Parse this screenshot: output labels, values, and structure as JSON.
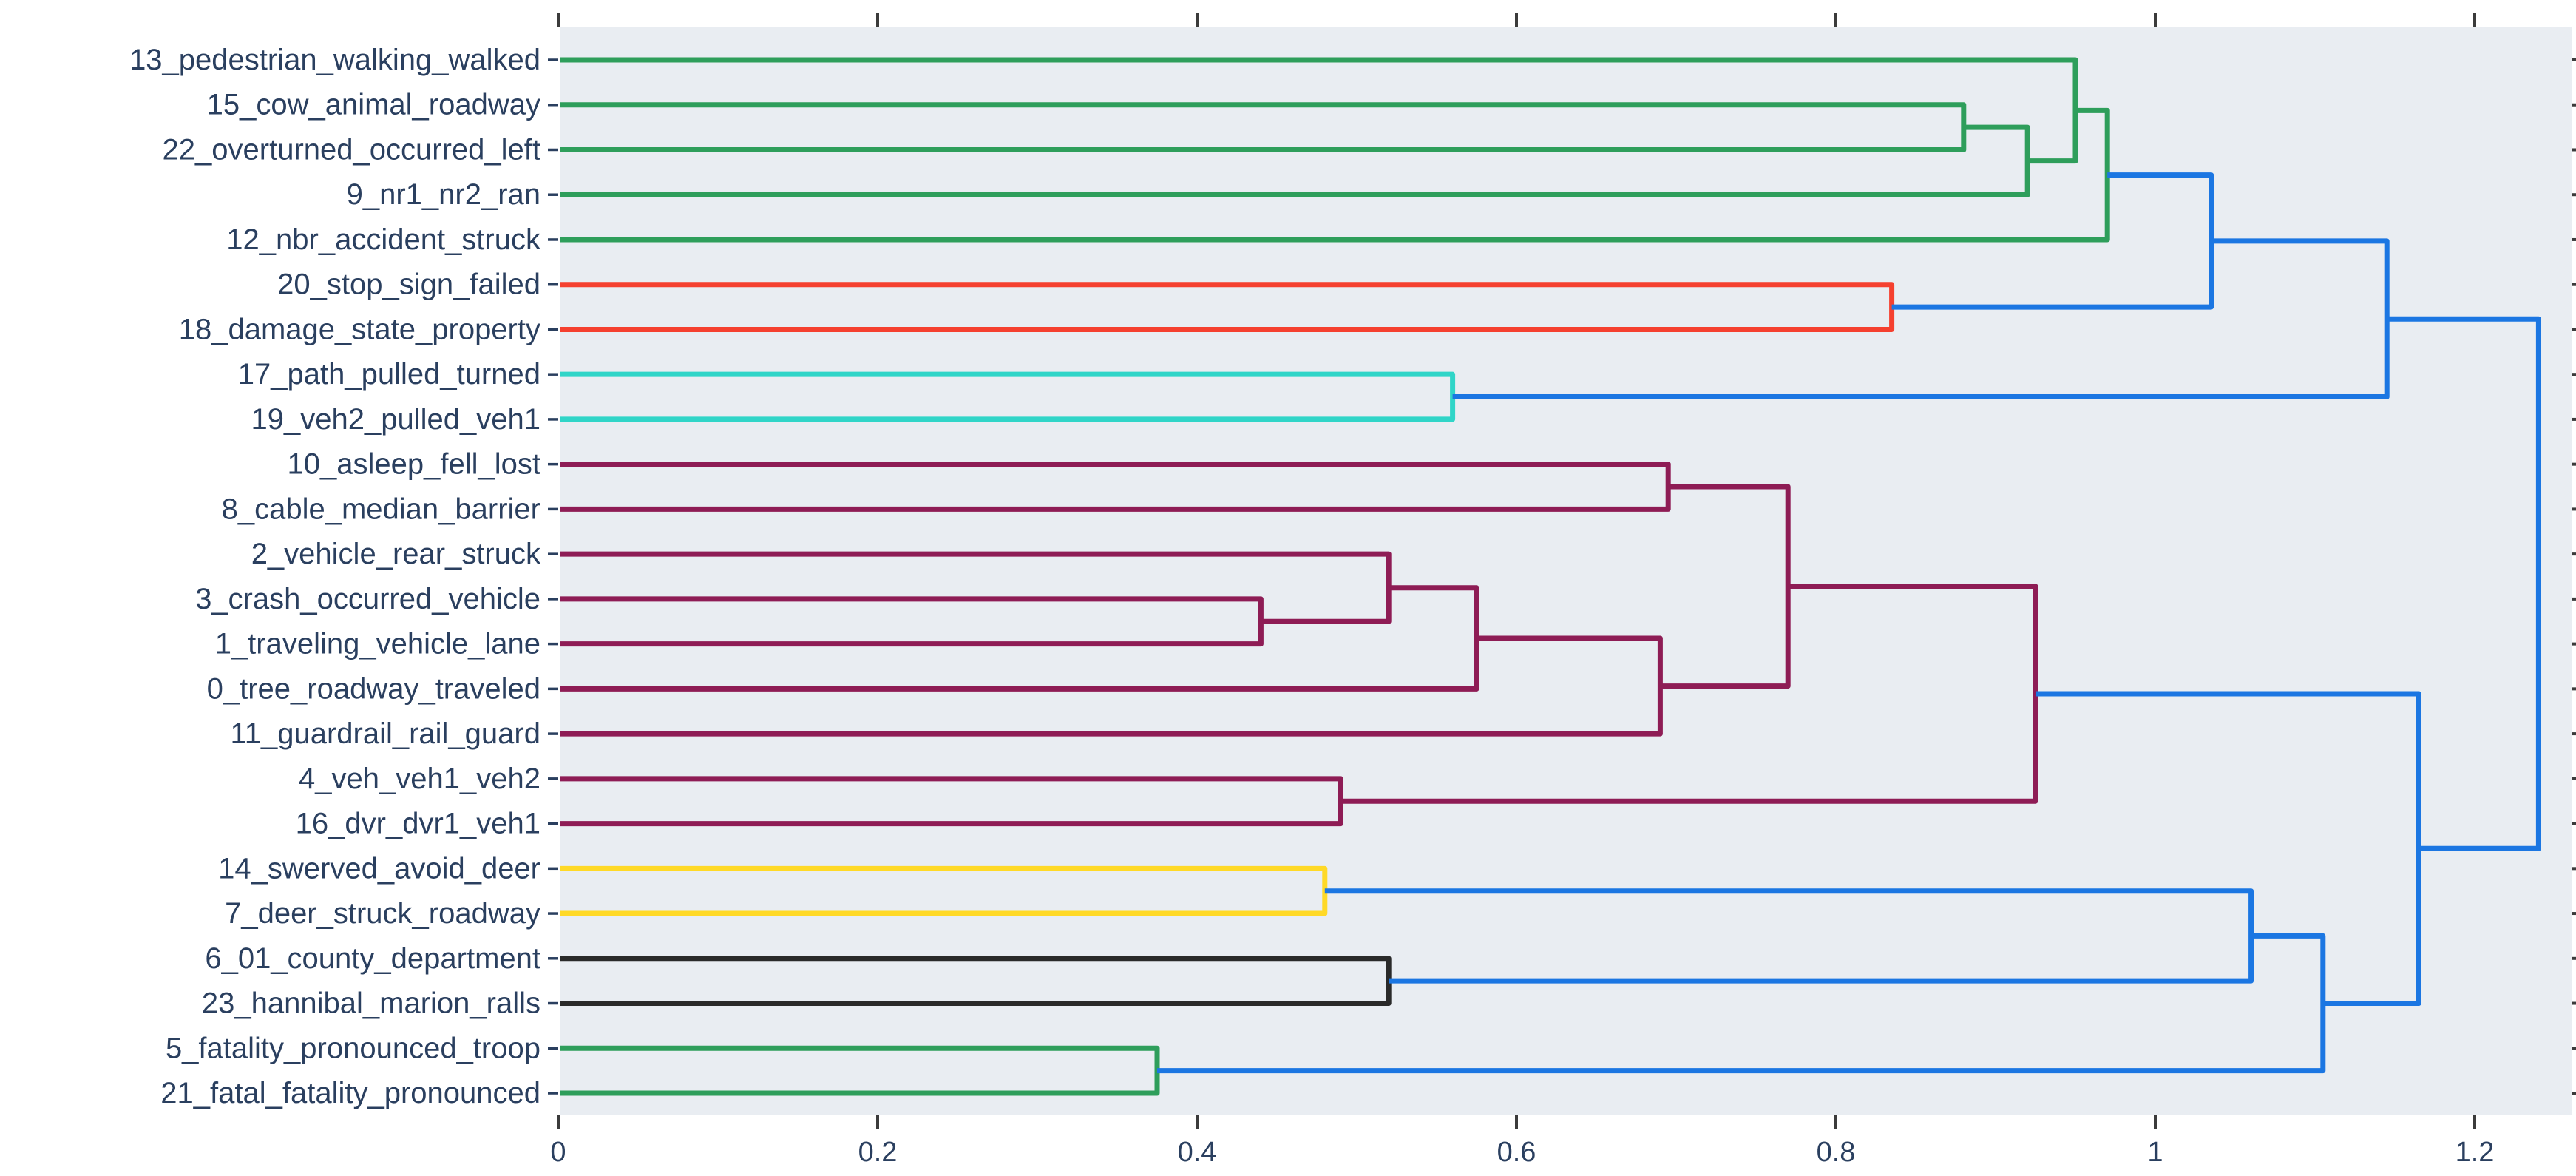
{
  "chart_data": {
    "type": "dendrogram",
    "title": "",
    "orientation": "horizontal_left_labels",
    "legend": "none",
    "grid": "off",
    "plot_bg": "#e9edf2",
    "label_color": "#2a3f5f",
    "tick_color": "#3b3b3b",
    "x_axis": {
      "range": [
        0,
        1.265
      ],
      "ticks": [
        {
          "label": "0",
          "value": 0.0
        },
        {
          "label": "0.2",
          "value": 0.2
        },
        {
          "label": "0.4",
          "value": 0.4
        },
        {
          "label": "0.6",
          "value": 0.6
        },
        {
          "label": "0.8",
          "value": 0.8
        },
        {
          "label": "1",
          "value": 1.0
        },
        {
          "label": "1.2",
          "value": 1.2
        }
      ]
    },
    "cluster_colors": {
      "green": "#2e9e5b",
      "red": "#f5402f",
      "cyan": "#30d5c8",
      "maroon": "#8e1c55",
      "yellow": "#ffd927",
      "black": "#2a2a2a",
      "blue": "#1b76e2"
    },
    "leaves": [
      {
        "id": "L0",
        "label": "13_pedestrian_walking_walked",
        "cluster": "green"
      },
      {
        "id": "L1",
        "label": "15_cow_animal_roadway",
        "cluster": "green"
      },
      {
        "id": "L2",
        "label": "22_overturned_occurred_left",
        "cluster": "green"
      },
      {
        "id": "L3",
        "label": "9_nr1_nr2_ran",
        "cluster": "green"
      },
      {
        "id": "L4",
        "label": "12_nbr_accident_struck",
        "cluster": "green"
      },
      {
        "id": "L5",
        "label": "20_stop_sign_failed",
        "cluster": "red"
      },
      {
        "id": "L6",
        "label": "18_damage_state_property",
        "cluster": "red"
      },
      {
        "id": "L7",
        "label": "17_path_pulled_turned",
        "cluster": "cyan"
      },
      {
        "id": "L8",
        "label": "19_veh2_pulled_veh1",
        "cluster": "cyan"
      },
      {
        "id": "L9",
        "label": "10_asleep_fell_lost",
        "cluster": "maroon"
      },
      {
        "id": "L10",
        "label": "8_cable_median_barrier",
        "cluster": "maroon"
      },
      {
        "id": "L11",
        "label": "2_vehicle_rear_struck",
        "cluster": "maroon"
      },
      {
        "id": "L12",
        "label": "3_crash_occurred_vehicle",
        "cluster": "maroon"
      },
      {
        "id": "L13",
        "label": "1_traveling_vehicle_lane",
        "cluster": "maroon"
      },
      {
        "id": "L14",
        "label": "0_tree_roadway_traveled",
        "cluster": "maroon"
      },
      {
        "id": "L15",
        "label": "11_guardrail_rail_guard",
        "cluster": "maroon"
      },
      {
        "id": "L16",
        "label": "4_veh_veh1_veh2",
        "cluster": "maroon"
      },
      {
        "id": "L17",
        "label": "16_dvr_dvr1_veh1",
        "cluster": "maroon"
      },
      {
        "id": "L18",
        "label": "14_swerved_avoid_deer",
        "cluster": "yellow"
      },
      {
        "id": "L19",
        "label": "7_deer_struck_roadway",
        "cluster": "yellow"
      },
      {
        "id": "L20",
        "label": "6_01_county_department",
        "cluster": "black"
      },
      {
        "id": "L21",
        "label": "23_hannibal_marion_ralls",
        "cluster": "black"
      },
      {
        "id": "L22",
        "label": "5_fatality_pronounced_troop",
        "cluster": "green"
      },
      {
        "id": "L23",
        "label": "21_fatal_fatality_pronounced",
        "cluster": "green"
      }
    ],
    "merges": [
      {
        "id": "H",
        "children": [
          "L12",
          "L13"
        ],
        "distance": 0.44,
        "cluster": "maroon"
      },
      {
        "id": "G2",
        "children": [
          "L22",
          "L23"
        ],
        "distance": 0.375,
        "cluster": "green"
      },
      {
        "id": "Y",
        "children": [
          "L18",
          "L19"
        ],
        "distance": 0.48,
        "cluster": "yellow"
      },
      {
        "id": "M",
        "children": [
          "L16",
          "L17"
        ],
        "distance": 0.49,
        "cluster": "maroon"
      },
      {
        "id": "I",
        "children": [
          "L11",
          "H"
        ],
        "distance": 0.52,
        "cluster": "maroon"
      },
      {
        "id": "Bk",
        "children": [
          "L20",
          "L21"
        ],
        "distance": 0.52,
        "cluster": "black"
      },
      {
        "id": "Cy",
        "children": [
          "L7",
          "L8"
        ],
        "distance": 0.56,
        "cluster": "cyan"
      },
      {
        "id": "J",
        "children": [
          "I",
          "L14"
        ],
        "distance": 0.575,
        "cluster": "maroon"
      },
      {
        "id": "K",
        "children": [
          "J",
          "L15"
        ],
        "distance": 0.69,
        "cluster": "maroon"
      },
      {
        "id": "G",
        "children": [
          "L9",
          "L10"
        ],
        "distance": 0.695,
        "cluster": "maroon"
      },
      {
        "id": "L",
        "children": [
          "G",
          "K"
        ],
        "distance": 0.77,
        "cluster": "maroon"
      },
      {
        "id": "R",
        "children": [
          "L5",
          "L6"
        ],
        "distance": 0.835,
        "cluster": "red"
      },
      {
        "id": "A",
        "children": [
          "L1",
          "L2"
        ],
        "distance": 0.88,
        "cluster": "green"
      },
      {
        "id": "B",
        "children": [
          "A",
          "L3"
        ],
        "distance": 0.92,
        "cluster": "green"
      },
      {
        "id": "N",
        "children": [
          "L",
          "M"
        ],
        "distance": 0.925,
        "cluster": "maroon"
      },
      {
        "id": "C",
        "children": [
          "L0",
          "B"
        ],
        "distance": 0.95,
        "cluster": "green"
      },
      {
        "id": "D",
        "children": [
          "C",
          "L4"
        ],
        "distance": 0.97,
        "cluster": "green"
      },
      {
        "id": "E",
        "children": [
          "D",
          "R"
        ],
        "distance": 1.035,
        "cluster": "blue"
      },
      {
        "id": "P",
        "children": [
          "Y",
          "Bk"
        ],
        "distance": 1.06,
        "cluster": "blue"
      },
      {
        "id": "Q",
        "children": [
          "P",
          "G2"
        ],
        "distance": 1.105,
        "cluster": "blue"
      },
      {
        "id": "F",
        "children": [
          "E",
          "Cy"
        ],
        "distance": 1.145,
        "cluster": "blue"
      },
      {
        "id": "S",
        "children": [
          "N",
          "Q"
        ],
        "distance": 1.165,
        "cluster": "blue"
      },
      {
        "id": "Root",
        "children": [
          "F",
          "S"
        ],
        "distance": 1.24,
        "cluster": "blue"
      }
    ]
  }
}
